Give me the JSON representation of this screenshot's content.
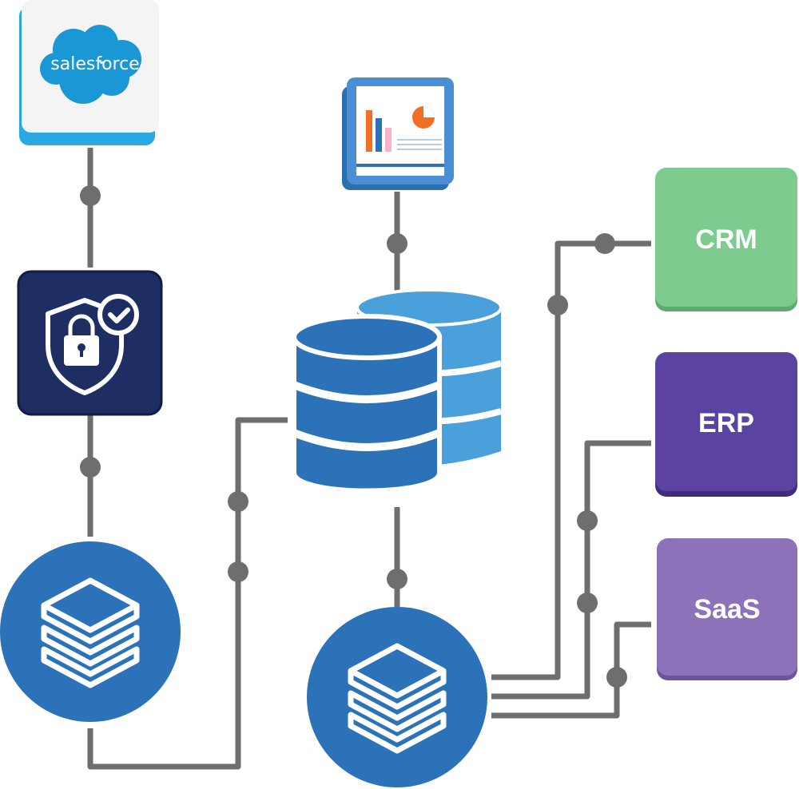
{
  "salesforce": {
    "logo_text": "salesforce"
  },
  "targets": [
    {
      "label": "CRM",
      "color": "#7dcb8e",
      "edge": "#5daa70"
    },
    {
      "label": "ERP",
      "color": "#5a43a1",
      "edge": "#3f2c7e"
    },
    {
      "label": "SaaS",
      "color": "#8c73b9",
      "edge": "#6b559a"
    }
  ],
  "colors": {
    "connector": "#6e6e6e",
    "blue": "#2c72b8",
    "light_blue": "#4aa0db",
    "navy": "#1e2d62",
    "salesforce_blue": "#1a98d5"
  },
  "icons": {
    "salesforce": "salesforce-cloud-icon",
    "security": "shield-lock-check-icon",
    "report": "report-dashboard-icon",
    "database": "database-icon",
    "layers": "layers-stack-icon"
  }
}
